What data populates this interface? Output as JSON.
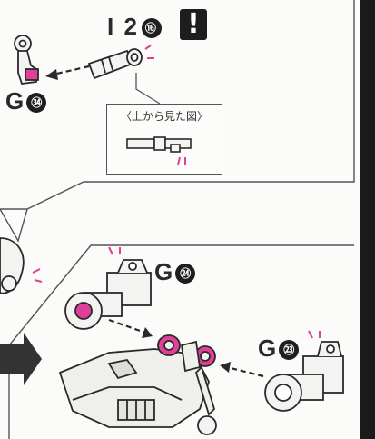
{
  "callout": {
    "part_ref": "I 2",
    "part_ref_num": "⑯",
    "warning_mark": "!",
    "hand_part_label": "G",
    "hand_part_num": "㉞",
    "subview_caption": "〈上から見た図〉"
  },
  "main": {
    "upper_part_label": "G",
    "upper_part_num": "㉔",
    "right_part_label": "G",
    "right_part_num": "㉓"
  },
  "colors": {
    "ink": "#2a2a2a",
    "accent_pink": "#e0409a",
    "warning_bg": "#1d1d1d",
    "panel_bar": "#1b1b1b"
  },
  "icons": [
    "warning-icon",
    "arrow-right-icon",
    "dashed-arrow-icon"
  ]
}
